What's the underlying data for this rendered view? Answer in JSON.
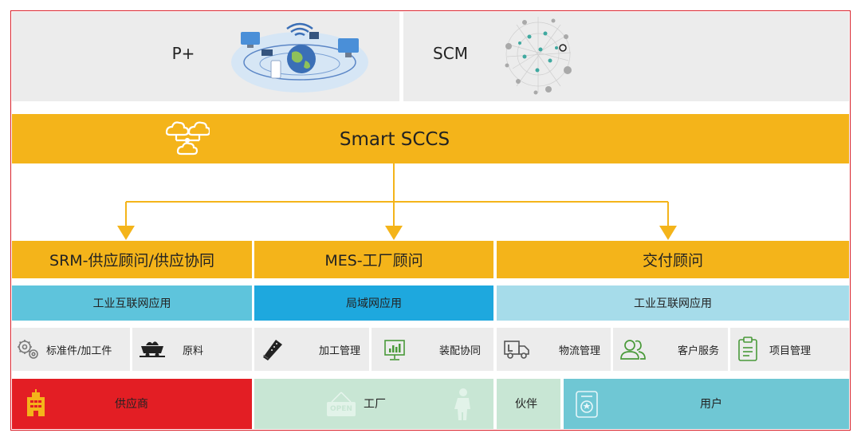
{
  "top": {
    "left_label": "P+",
    "right_label": "SCM"
  },
  "banner": {
    "title": "Smart SCCS"
  },
  "columns": [
    {
      "title": "SRM-供应顾问/供应协同",
      "network": "工业互联网应用"
    },
    {
      "title": "MES-工厂顾问",
      "network": "局域网应用"
    },
    {
      "title": "交付顾问",
      "network": "工业互联网应用"
    }
  ],
  "functions": [
    {
      "label": "标准件/加工件",
      "icon": "gears-icon"
    },
    {
      "label": "原料",
      "icon": "mine-cart-icon"
    },
    {
      "label": "加工管理",
      "icon": "saw-icon"
    },
    {
      "label": "装配协同",
      "icon": "chart-monitor-icon"
    },
    {
      "label": "物流管理",
      "icon": "truck-icon"
    },
    {
      "label": "客户服务",
      "icon": "users-icon"
    },
    {
      "label": "项目管理",
      "icon": "clipboard-icon"
    }
  ],
  "bottom": {
    "supplier": "供应商",
    "factory": "工厂",
    "factory_sign": "OPEN",
    "partner": "伙伴",
    "user": "用户"
  },
  "colors": {
    "yellow": "#f4b41a",
    "frame_red": "#d9202a",
    "supplier_red": "#e31e24",
    "net_light_blue": "#5ec4dc",
    "net_blue": "#1ea8de",
    "net_pale_blue": "#a6dcea",
    "factory_mint": "#c8e6d4",
    "partner_teal": "#6fc7d4"
  }
}
